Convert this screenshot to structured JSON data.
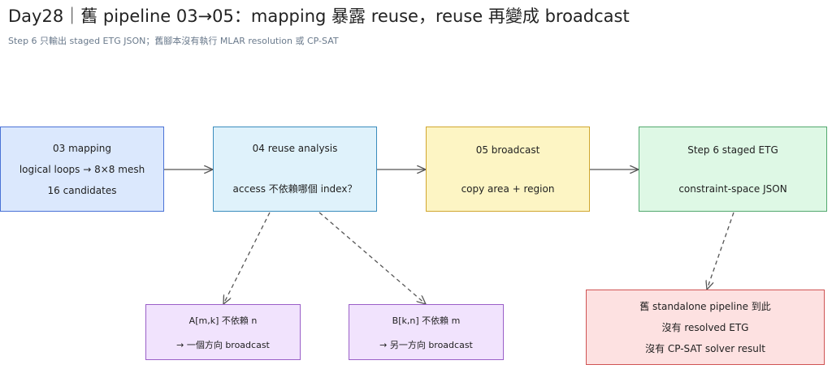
{
  "title": "Day28｜舊 pipeline 03→05：mapping 暴露 reuse，reuse 再變成 broadcast",
  "subtitle": "Step 6 只輸出 staged ETG JSON；舊腳本沒有執行 MLAR resolution 或 CP-SAT",
  "nodes": {
    "mapping": {
      "line1": "03 mapping",
      "line2": "logical loops → 8×8 mesh",
      "line3": "16 candidates"
    },
    "reuse": {
      "line1": "04 reuse analysis",
      "line2": "access 不依賴哪個 index？"
    },
    "broadcast": {
      "line1": "05 broadcast",
      "line2": "copy area + region"
    },
    "staged": {
      "line1": "Step 6 staged ETG",
      "line2": "constraint-space JSON"
    },
    "a_tensor": {
      "line1": "A[m,k] 不依賴 n",
      "line2": "→ 一個方向 broadcast"
    },
    "b_tensor": {
      "line1": "B[k,n] 不依賴 m",
      "line2": "→ 另一方向 broadcast"
    },
    "standalone": {
      "line1": "舊 standalone pipeline 到此",
      "line2": "沒有 resolved ETG",
      "line3": "沒有 CP-SAT solver result"
    }
  },
  "colors": {
    "mapping": "#dbe8fd",
    "reuse": "#dff2fb",
    "broadcast": "#fdf5c4",
    "staged": "#def8e5",
    "tensor": "#f1e3fd",
    "standalone": "#fde1e1",
    "edge": "#555555"
  }
}
